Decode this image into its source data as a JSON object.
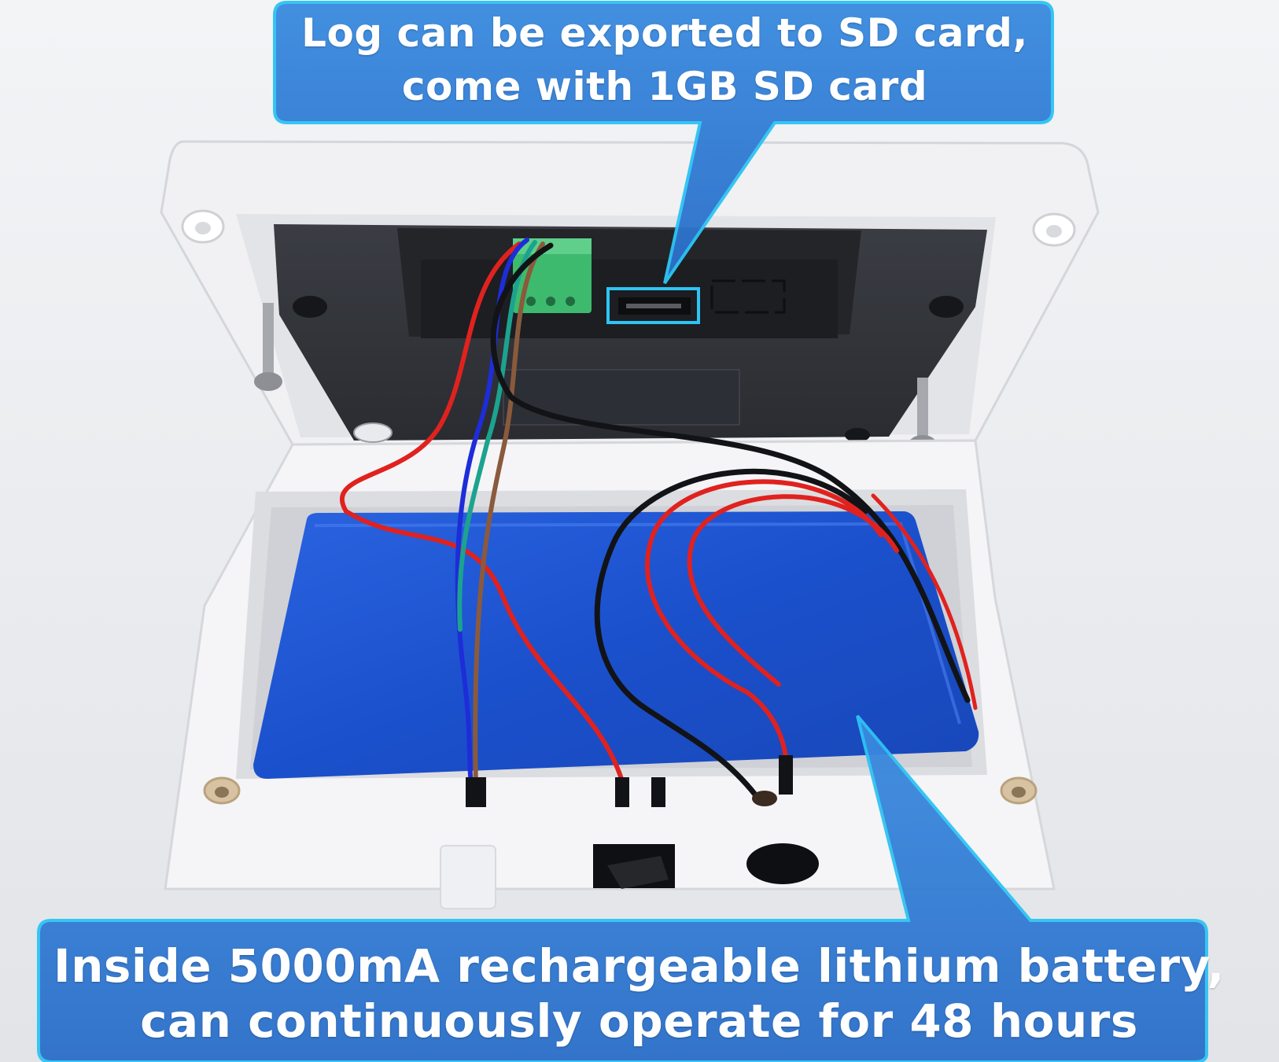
{
  "callouts": {
    "sd_card": {
      "line1": "Log can be exported to SD card,",
      "line2": "come with 1GB SD card"
    },
    "battery": {
      "line1": "Inside 5000mA rechargeable lithium battery,",
      "line2": "can continuously operate for 48 hours"
    }
  },
  "colors": {
    "callout_fill": "#2f7fd8",
    "callout_border": "#2ec4f4",
    "battery": "#1d56d6",
    "enclosure": "#f4f4f6",
    "panel": "#2f3238",
    "terminal_block": "#3dba6e"
  }
}
